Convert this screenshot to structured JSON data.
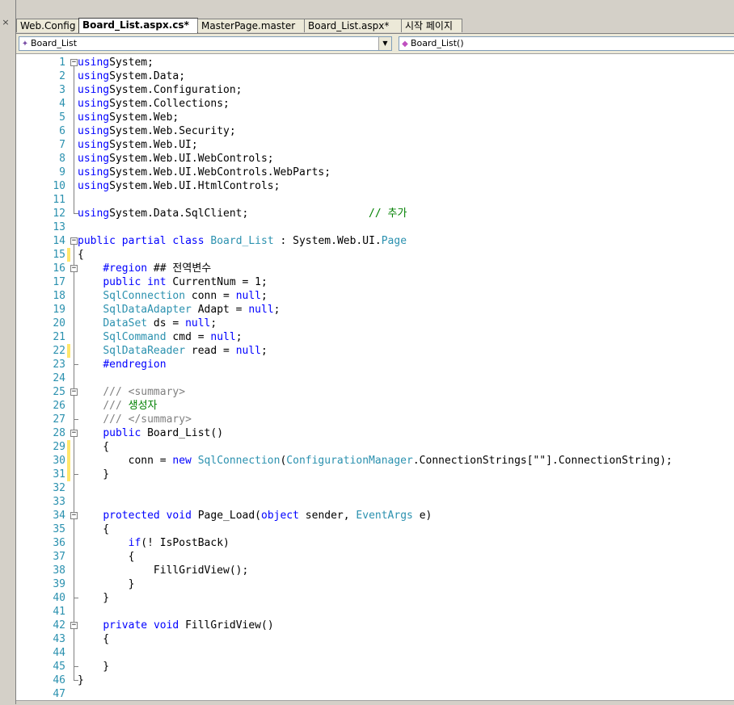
{
  "tabs": [
    {
      "label": "Web.Config",
      "active": false
    },
    {
      "label": "Board_List.aspx.cs*",
      "active": true
    },
    {
      "label": "MasterPage.master",
      "active": false
    },
    {
      "label": "Board_List.aspx*",
      "active": false
    },
    {
      "label": "시작 페이지",
      "active": false
    }
  ],
  "close_glyph": "×",
  "nav": {
    "class_combo": "Board_List",
    "member_combo": "Board_List()",
    "class_icon": "class-icon",
    "member_icon": "method-icon",
    "dropdown_glyph": "▼"
  },
  "colors": {
    "keyword": "#0000ff",
    "type": "#2b91af",
    "comment": "#008000",
    "xmldoc": "#808080",
    "line_number": "#2b91af",
    "change_marker": "#ffe66b"
  },
  "lines": [
    {
      "n": "1",
      "fold": "-",
      "tokens": [
        [
          "kw",
          "using"
        ],
        [
          "",
          "System;"
        ]
      ]
    },
    {
      "n": "2",
      "tokens": [
        [
          "kw",
          "using"
        ],
        [
          "",
          "System.Data;"
        ]
      ]
    },
    {
      "n": "3",
      "tokens": [
        [
          "kw",
          "using"
        ],
        [
          "",
          "System.Configuration;"
        ]
      ]
    },
    {
      "n": "4",
      "tokens": [
        [
          "kw",
          "using"
        ],
        [
          "",
          "System.Collections;"
        ]
      ]
    },
    {
      "n": "5",
      "tokens": [
        [
          "kw",
          "using"
        ],
        [
          "",
          "System.Web;"
        ]
      ]
    },
    {
      "n": "6",
      "tokens": [
        [
          "kw",
          "using"
        ],
        [
          "",
          "System.Web.Security;"
        ]
      ]
    },
    {
      "n": "7",
      "tokens": [
        [
          "kw",
          "using"
        ],
        [
          "",
          "System.Web.UI;"
        ]
      ]
    },
    {
      "n": "8",
      "tokens": [
        [
          "kw",
          "using"
        ],
        [
          "",
          "System.Web.UI.WebControls;"
        ]
      ]
    },
    {
      "n": "9",
      "tokens": [
        [
          "kw",
          "using"
        ],
        [
          "",
          "System.Web.UI.WebControls.WebParts;"
        ]
      ]
    },
    {
      "n": "10",
      "tokens": [
        [
          "kw",
          "using"
        ],
        [
          "",
          "System.Web.UI.HtmlControls;"
        ]
      ]
    },
    {
      "n": "11",
      "tokens": []
    },
    {
      "n": "12",
      "end": true,
      "tokens": [
        [
          "kw",
          "using"
        ],
        [
          "",
          "System.Data.SqlClient;                   "
        ],
        [
          "cm",
          "// 추가"
        ]
      ]
    },
    {
      "n": "13",
      "tokens": []
    },
    {
      "n": "14",
      "fold": "-",
      "tokens": [
        [
          "kw",
          "public"
        ],
        [
          "",
          " "
        ],
        [
          "kw",
          "partial"
        ],
        [
          "",
          " "
        ],
        [
          "kw",
          "class"
        ],
        [
          "",
          " "
        ],
        [
          "ty",
          "Board_List"
        ],
        [
          "",
          " : System.Web.UI."
        ],
        [
          "ty",
          "Page"
        ]
      ]
    },
    {
      "n": "15",
      "chg": true,
      "tokens": [
        [
          "",
          "{"
        ]
      ]
    },
    {
      "n": "16",
      "fold": "-",
      "tokens": [
        [
          "",
          "    "
        ],
        [
          "kw",
          "#region"
        ],
        [
          "",
          " ## 전역변수"
        ]
      ]
    },
    {
      "n": "17",
      "tokens": [
        [
          "",
          "    "
        ],
        [
          "kw",
          "public"
        ],
        [
          "",
          " "
        ],
        [
          "kw",
          "int"
        ],
        [
          "",
          " CurrentNum = 1;"
        ]
      ]
    },
    {
      "n": "18",
      "tokens": [
        [
          "",
          "    "
        ],
        [
          "ty",
          "SqlConnection"
        ],
        [
          "",
          " conn = "
        ],
        [
          "kw",
          "null"
        ],
        [
          "",
          ";"
        ]
      ]
    },
    {
      "n": "19",
      "tokens": [
        [
          "",
          "    "
        ],
        [
          "ty",
          "SqlDataAdapter"
        ],
        [
          "",
          " Adapt = "
        ],
        [
          "kw",
          "null"
        ],
        [
          "",
          ";"
        ]
      ]
    },
    {
      "n": "20",
      "tokens": [
        [
          "",
          "    "
        ],
        [
          "ty",
          "DataSet"
        ],
        [
          "",
          " ds = "
        ],
        [
          "kw",
          "null"
        ],
        [
          "",
          ";"
        ]
      ]
    },
    {
      "n": "21",
      "tokens": [
        [
          "",
          "    "
        ],
        [
          "ty",
          "SqlCommand"
        ],
        [
          "",
          " cmd = "
        ],
        [
          "kw",
          "null"
        ],
        [
          "",
          ";"
        ]
      ]
    },
    {
      "n": "22",
      "chg": true,
      "tokens": [
        [
          "",
          "    "
        ],
        [
          "ty",
          "SqlDataReader"
        ],
        [
          "",
          " read = "
        ],
        [
          "kw",
          "null"
        ],
        [
          "",
          ";"
        ]
      ]
    },
    {
      "n": "23",
      "end": true,
      "tokens": [
        [
          "",
          "    "
        ],
        [
          "kw",
          "#endregion"
        ]
      ]
    },
    {
      "n": "24",
      "tokens": []
    },
    {
      "n": "25",
      "fold": "-",
      "tokens": [
        [
          "",
          "    "
        ],
        [
          "cmg",
          "///"
        ],
        [
          "cm",
          " "
        ],
        [
          "cmg",
          "<summary>"
        ]
      ]
    },
    {
      "n": "26",
      "tokens": [
        [
          "",
          "    "
        ],
        [
          "cmg",
          "///"
        ],
        [
          "cm",
          " 생성자"
        ]
      ]
    },
    {
      "n": "27",
      "end": true,
      "tokens": [
        [
          "",
          "    "
        ],
        [
          "cmg",
          "///"
        ],
        [
          "cm",
          " "
        ],
        [
          "cmg",
          "</summary>"
        ]
      ]
    },
    {
      "n": "28",
      "fold": "-",
      "tokens": [
        [
          "",
          "    "
        ],
        [
          "kw",
          "public"
        ],
        [
          "",
          " Board_List()"
        ]
      ]
    },
    {
      "n": "29",
      "chg": true,
      "tokens": [
        [
          "",
          "    {"
        ]
      ]
    },
    {
      "n": "30",
      "chg": true,
      "tokens": [
        [
          "",
          "        conn = "
        ],
        [
          "kw",
          "new"
        ],
        [
          "",
          " "
        ],
        [
          "ty",
          "SqlConnection"
        ],
        [
          "",
          "("
        ],
        [
          "ty",
          "ConfigurationManager"
        ],
        [
          "",
          ".ConnectionStrings[\"\"].ConnectionString);"
        ]
      ]
    },
    {
      "n": "31",
      "chg": true,
      "end": true,
      "tokens": [
        [
          "",
          "    }"
        ]
      ]
    },
    {
      "n": "32",
      "tokens": []
    },
    {
      "n": "33",
      "tokens": []
    },
    {
      "n": "34",
      "fold": "-",
      "tokens": [
        [
          "",
          "    "
        ],
        [
          "kw",
          "protected"
        ],
        [
          "",
          " "
        ],
        [
          "kw",
          "void"
        ],
        [
          "",
          " Page_Load("
        ],
        [
          "kw",
          "object"
        ],
        [
          "",
          " sender, "
        ],
        [
          "ty",
          "EventArgs"
        ],
        [
          "",
          " e)"
        ]
      ]
    },
    {
      "n": "35",
      "tokens": [
        [
          "",
          "    {"
        ]
      ]
    },
    {
      "n": "36",
      "tokens": [
        [
          "",
          "        "
        ],
        [
          "kw",
          "if"
        ],
        [
          "",
          "(! IsPostBack)"
        ]
      ]
    },
    {
      "n": "37",
      "tokens": [
        [
          "",
          "        {"
        ]
      ]
    },
    {
      "n": "38",
      "tokens": [
        [
          "",
          "            FillGridView();"
        ]
      ]
    },
    {
      "n": "39",
      "tokens": [
        [
          "",
          "        }"
        ]
      ]
    },
    {
      "n": "40",
      "end": true,
      "tokens": [
        [
          "",
          "    }"
        ]
      ]
    },
    {
      "n": "41",
      "tokens": []
    },
    {
      "n": "42",
      "fold": "-",
      "tokens": [
        [
          "",
          "    "
        ],
        [
          "kw",
          "private"
        ],
        [
          "",
          " "
        ],
        [
          "kw",
          "void"
        ],
        [
          "",
          " FillGridView()"
        ]
      ]
    },
    {
      "n": "43",
      "tokens": [
        [
          "",
          "    {"
        ]
      ]
    },
    {
      "n": "44",
      "tokens": []
    },
    {
      "n": "45",
      "end": true,
      "tokens": [
        [
          "",
          "    }"
        ]
      ]
    },
    {
      "n": "46",
      "end": true,
      "tokens": [
        [
          "",
          "}"
        ]
      ]
    },
    {
      "n": "47",
      "tokens": []
    }
  ]
}
